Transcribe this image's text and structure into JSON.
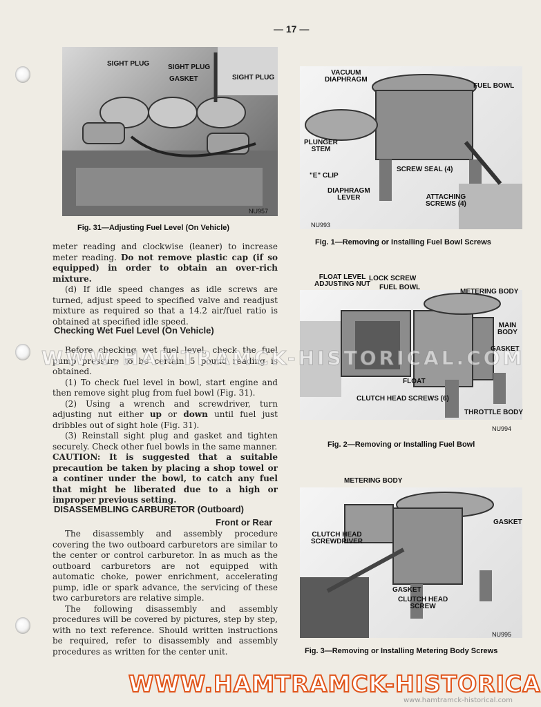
{
  "page_number": "— 17 —",
  "fig31": {
    "labels": [
      "SIGHT PLUG",
      "SIGHT PLUG",
      "GASKET",
      "SIGHT PLUG"
    ],
    "code": "NU957",
    "caption": "Fig. 31—Adjusting Fuel Level (On Vehicle)"
  },
  "fig1": {
    "labels": {
      "vacuum_diaphragm": "VACUUM\nDIAPHRAGM",
      "fuel_bowl": "FUEL BOWL",
      "plunger_stem": "PLUNGER\nSTEM",
      "e_clip": "\"E\" CLIP",
      "screw_seal": "SCREW SEAL (4)",
      "diaphragm_lever": "DIAPHRAGM\nLEVER",
      "attaching_screws": "ATTACHING\nSCREWS (4)"
    },
    "code": "NU993",
    "caption": "Fig. 1—Removing or Installing Fuel Bowl Screws"
  },
  "fig2": {
    "labels": {
      "float_level_adjusting_nut": "FLOAT LEVEL\nADJUSTING NUT",
      "lock_screw": "LOCK SCREW",
      "fuel_bowl": "FUEL BOWL",
      "metering_body": "METERING BODY",
      "main_body": "MAIN\nBODY",
      "gasket": "GASKET",
      "float": "FLOAT",
      "clutch_head_screws": "CLUTCH HEAD SCREWS (6)",
      "throttle_body": "THROTTLE BODY"
    },
    "code": "NU994",
    "caption": "Fig. 2—Removing or Installing Fuel Bowl"
  },
  "fig3": {
    "labels": {
      "metering_body": "METERING BODY",
      "gasket_right": "GASKET",
      "clutch_head_screwdriver": "CLUTCH HEAD\nSCREWDRIVER",
      "gasket_bottom": "GASKET",
      "clutch_head_screw": "CLUTCH HEAD\nSCREW"
    },
    "code": "NU995",
    "caption": "Fig. 3—Removing or Installing Metering Body Screws"
  },
  "body": {
    "p1": "meter reading and clockwise (leaner) to increase meter reading.",
    "p1_bold": "Do not remove plastic cap (if so equipped) in order to obtain an over-rich mixture.",
    "p2": "(d) If idle speed changes as idle screws are turned, adjust speed to specified valve and readjust mixture as required so that a 14.2 air/fuel ratio is obtained at specified idle speed.",
    "heading1": "Checking Wet Fuel Level (On Vehicle)",
    "p3": "Before checking wet fuel level, check the fuel pump pressure to be certain 5 pound reading is obtained.",
    "p4": "(1) To check fuel level in bowl, start engine and then remove sight plug from fuel bowl (Fig. 31).",
    "p5_a": "(2) Using a wrench and screwdriver, turn adjusting nut either",
    "p5_up": "up",
    "p5_or": "or",
    "p5_down": "down",
    "p5_b": "until fuel just dribbles out of sight hole (Fig. 31).",
    "p6": "(3) Reinstall sight plug and gasket and tighten securely. Check other fuel bowls in the same manner.",
    "caution": "CAUTION: It is suggested that a suitable precaution be taken by placing a shop towel or a continer under the bowl, to catch any fuel that might be liberated due to a high or improper previous setting.",
    "heading2": "DISASSEMBLING CARBURETOR",
    "heading2_sub": "(Outboard)",
    "heading2_right": "Front or Rear",
    "p7": "The disassembly and assembly procedure covering the two outboard carburetors are similar to the center or control carburetor. In as much as the outboard carburetors are not equipped with automatic choke, power enrichment, accelerating pump, idle or spark advance, the servicing of these two carburetors are relative simple.",
    "p8": "The following disassembly and assembly procedures will be covered by pictures, step by step, with no text reference. Should written instructions be required, refer to disassembly and assembly procedures as written for the center unit."
  },
  "watermark": "WWW.HAMTRAMCK-HISTORICAL.COM",
  "footer": {
    "url": "WWW.HAMTRAMCK-HISTORICAL.COM",
    "small": "www.hamtramck-historical.com"
  }
}
